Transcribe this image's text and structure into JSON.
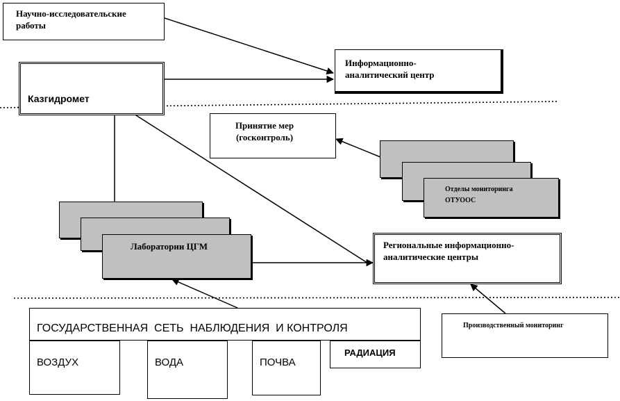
{
  "nodes": {
    "research": "Научно-исследовательские работы",
    "iac": "Информационно-аналитический центр",
    "kazhydromet": "Казгидромет",
    "measures": "Принятие мер (госконтроль)",
    "monitoring_depts": "Отделы мониторинга ОТУООС",
    "labs": "Лаборатории ЦГМ",
    "regional_iac": "Региональные информационно-аналитические центры",
    "state_network": "ГОСУДАРСТВЕННАЯ  СЕТЬ  НАБЛЮДЕНИЯ  И КОНТРОЛЯ",
    "air": "ВОЗДУХ",
    "water": "ВОДА",
    "soil": "ПОЧВА",
    "radiation": "РАДИАЦИЯ",
    "industrial": "Производственный мониторинг"
  }
}
